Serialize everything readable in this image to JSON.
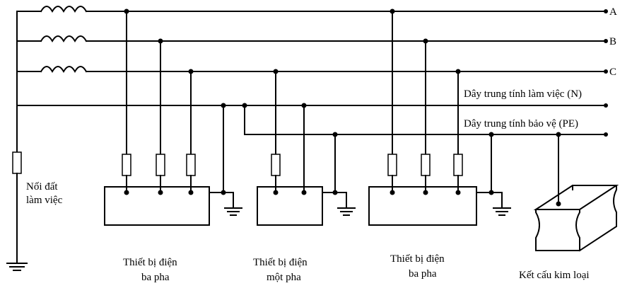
{
  "lines": {
    "phase_a": "A",
    "phase_b": "B",
    "phase_c": "C",
    "neutral_working": "Dây trung tính làm việc (N)",
    "neutral_protective": "Dây trung tính bảo vệ (PE)"
  },
  "labels": {
    "working_ground_line1": "Nối đất",
    "working_ground_line2": "làm việc",
    "device1_line1": "Thiết bị điện",
    "device1_line2": "ba pha",
    "device2_line1": "Thiết bị điện",
    "device2_line2": "một pha",
    "device3_line1": "Thiết bị điện",
    "device3_line2": "ba pha",
    "metal_structure": "Kết cấu kim loại"
  }
}
